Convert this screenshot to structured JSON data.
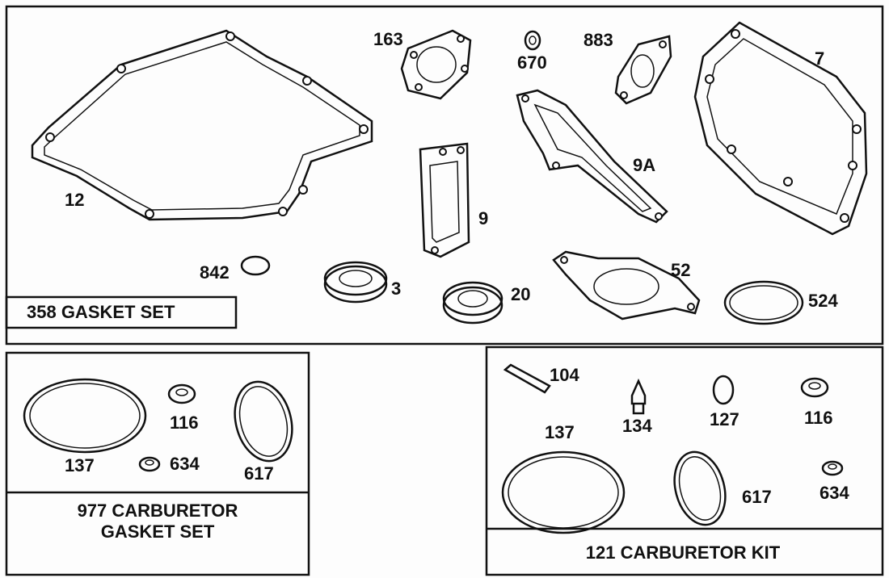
{
  "gasket_set": {
    "title": "358 GASKET SET",
    "parts": {
      "p163": "163",
      "p670": "670",
      "p883": "883",
      "p7": "7",
      "p12": "12",
      "p9": "9",
      "p9a": "9A",
      "p842": "842",
      "p3": "3",
      "p20": "20",
      "p52": "52",
      "p524": "524"
    }
  },
  "carb_gasket_set": {
    "title_line1": "977 CARBURETOR",
    "title_line2": "GASKET SET",
    "parts": {
      "p137": "137",
      "p116": "116",
      "p634": "634",
      "p617": "617"
    }
  },
  "carb_kit": {
    "title": "121 CARBURETOR KIT",
    "parts": {
      "p104": "104",
      "p134": "134",
      "p127": "127",
      "p116": "116",
      "p137": "137",
      "p617": "617",
      "p634": "634"
    }
  }
}
